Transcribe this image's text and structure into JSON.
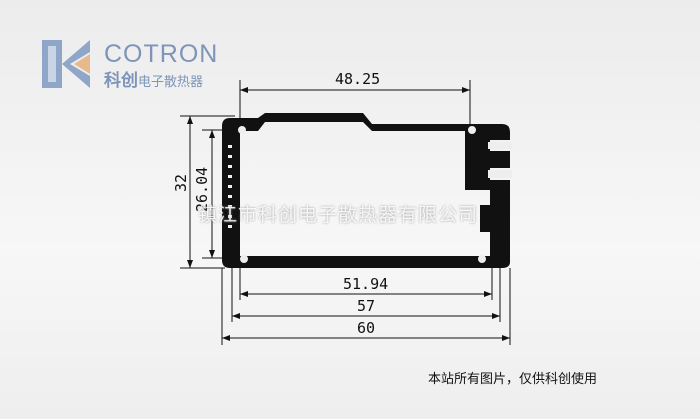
{
  "logo": {
    "brand": "COTRON",
    "cn_brand": "科创",
    "cn_sub": "电子散热器"
  },
  "dimensions": {
    "top_width": "48.25",
    "height_outer": "32",
    "height_inner": "26.04",
    "inner_width": "51.94",
    "mid_width": "57",
    "outer_width": "60"
  },
  "watermark": "镇江市科创电子散热器有限公司",
  "caption": "本站所有图片，仅供科创使用",
  "colors": {
    "logo": "#7d95b8",
    "logo_accent": "#e8b98a",
    "profile": "#111111"
  }
}
